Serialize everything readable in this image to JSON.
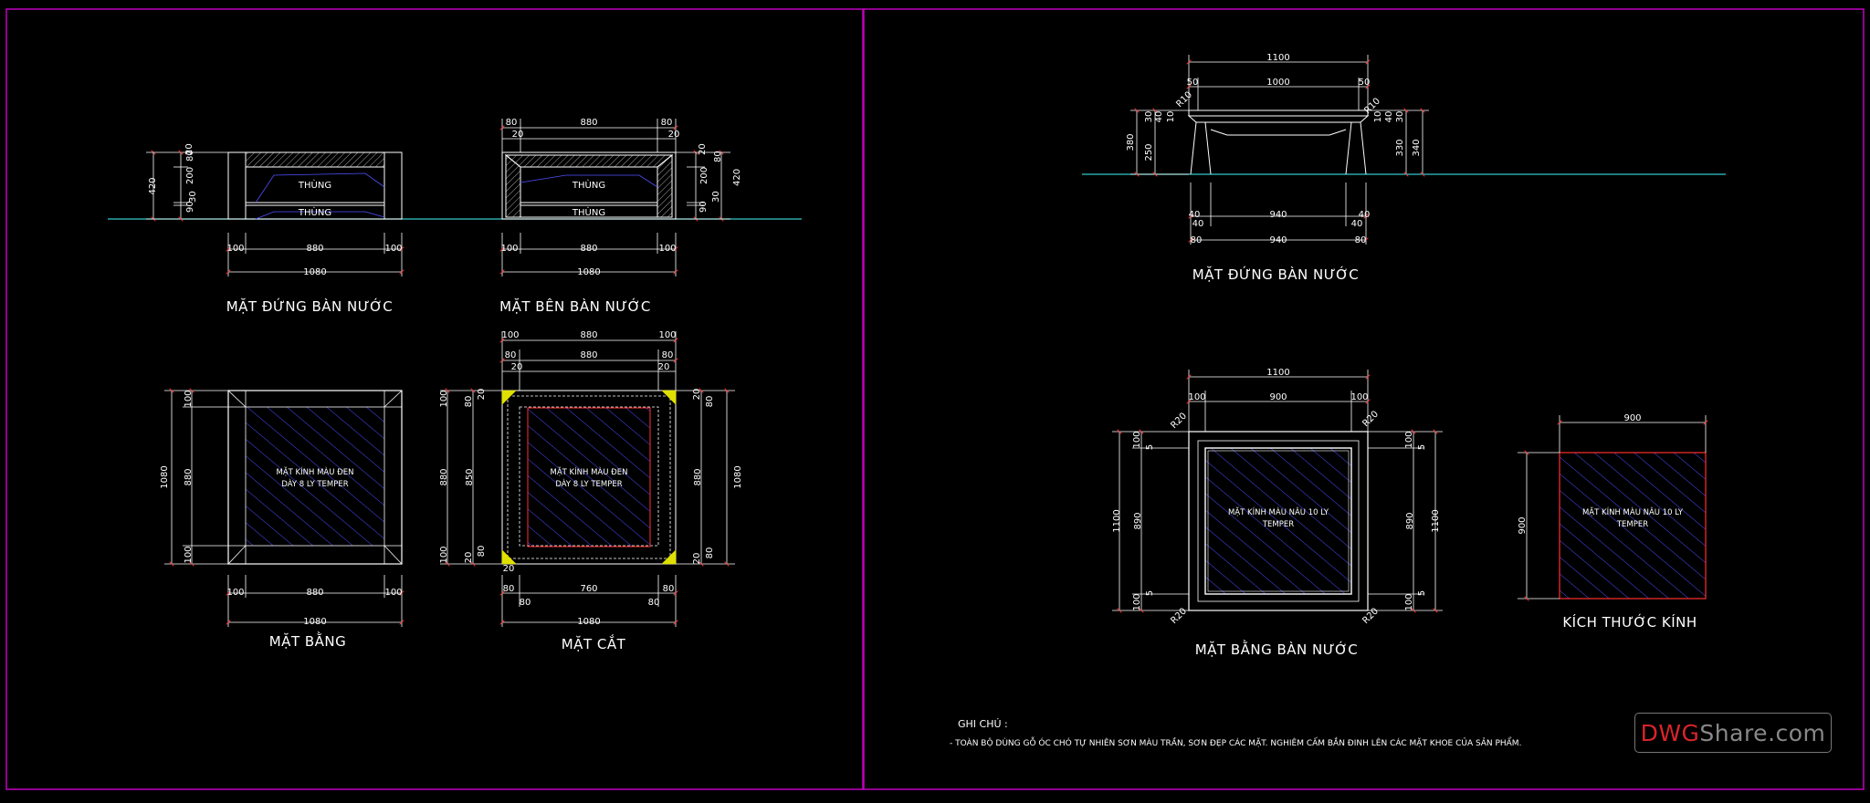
{
  "left_sheet": {
    "front_view": {
      "title": "MẶT ĐỨNG BÀN NƯỚC",
      "label_top": "THÙNG",
      "label_bottom": "THÙNG",
      "dim_left_total": "420",
      "dim_right": [
        "20",
        "80",
        "200",
        "30",
        "90"
      ],
      "dim_bottom_parts": [
        "100",
        "880",
        "100"
      ],
      "dim_bottom_total": "1080"
    },
    "side_view": {
      "title": "MẶT BÊN BÀN NƯỚC",
      "label_top": "THÙNG",
      "label_bottom": "THÙNG",
      "dim_top": [
        "80",
        "880",
        "80"
      ],
      "dim_top_small": [
        "20",
        "20"
      ],
      "dim_right": [
        "20",
        "80",
        "200",
        "30",
        "90"
      ],
      "dim_right_total": "420",
      "dim_bottom_parts": [
        "100",
        "880",
        "100"
      ],
      "dim_bottom_total": "1080"
    },
    "plan_view": {
      "title": "MẶT BẰNG",
      "glass_line1": "MẶT KÍNH MÀU ĐEN",
      "glass_line2": "DÀY 8 LY TEMPER",
      "dim_left_total": "1080",
      "dim_left_parts": [
        "100",
        "880",
        "100"
      ],
      "dim_bottom_parts": [
        "100",
        "880",
        "100"
      ],
      "dim_bottom_total": "1080"
    },
    "section_view": {
      "title": "MẶT CẮT",
      "glass_line1": "MẶT KÍNH MÀU ĐEN",
      "glass_line2": "DÀY 8 LY TEMPER",
      "dim_top": [
        "100",
        "880",
        "100"
      ],
      "dim_top2": [
        "80",
        "880",
        "80"
      ],
      "dim_top_small": [
        "20",
        "20"
      ],
      "dim_left": [
        "100",
        "880",
        "100"
      ],
      "dim_left_inner": [
        "20",
        "80",
        "850",
        "80",
        "20"
      ],
      "dim_right": [
        "20",
        "80",
        "880",
        "80",
        "20"
      ],
      "dim_right_total": "1080",
      "dim_bottom": [
        "80",
        "760",
        "80"
      ],
      "dim_bottom_small": [
        "20",
        "80",
        "80"
      ],
      "dim_bottom_total": "1080"
    }
  },
  "right_sheet": {
    "elevation": {
      "title": "MẶT ĐỨNG BÀN NƯỚC",
      "dim_top_total": "1100",
      "dim_top_parts": [
        "50",
        "1000",
        "50"
      ],
      "radius_left": "R10",
      "radius_right": "R10",
      "dim_left": [
        "380",
        "30",
        "40",
        "10",
        "250"
      ],
      "dim_right": [
        "10",
        "40",
        "30",
        "330",
        "340"
      ],
      "dim_bottom_a": [
        "40",
        "940",
        "40"
      ],
      "dim_bottom_b": [
        "40",
        "40"
      ],
      "dim_bottom_c": [
        "80",
        "940",
        "80"
      ]
    },
    "plan": {
      "title": "MẶT BẰNG BÀN NƯỚC",
      "glass_line1": "MẶT KÍNH MÀU NÂU 10 LY",
      "glass_line2": "TEMPER",
      "dim_top_total": "1100",
      "dim_top_parts": [
        "100",
        "900",
        "100"
      ],
      "radius": "R20",
      "dim_left_total": "1100",
      "dim_left": [
        "100",
        "5",
        "890",
        "5",
        "100"
      ],
      "dim_right": [
        "100",
        "5",
        "890",
        "5",
        "100"
      ],
      "dim_right_total": "1100"
    },
    "glass_size": {
      "title": "KÍCH THƯỚC KÍNH",
      "glass_line1": "MẶT KÍNH MÀU NÂU 10 LY",
      "glass_line2": "TEMPER",
      "dim_top": "900",
      "dim_left": "900"
    },
    "notes": {
      "heading": "GHI CHÚ :",
      "line": "- TOÀN BỘ DÙNG GỖ ÓC CHÓ TỰ NHIÊN SƠN MÀU TRẦN, SƠN ĐẸP CÁC MẶT. NGHIÊM CẤM BẮN ĐINH LÊN CÁC MẶT KHOE CỦA SẢN PHẨM."
    }
  },
  "watermark": {
    "brand_red": "DWG",
    "brand_gray": "Share.com"
  },
  "colors": {
    "frame": "#c000c0",
    "ground": "#35c8c8",
    "dim": "#ffffff",
    "dim_tick": "#ff3030",
    "glass_hatch": "#5050ff",
    "outline": "#ffffff",
    "corner": "#e0e000"
  }
}
